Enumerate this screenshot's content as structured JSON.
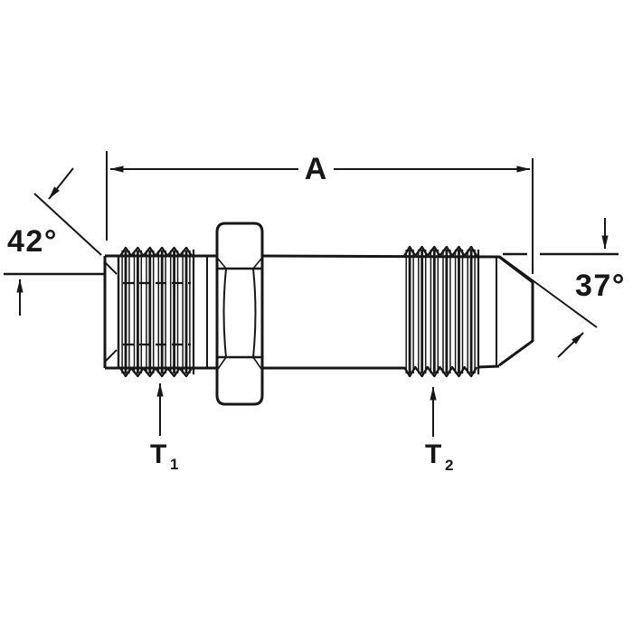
{
  "drawing": {
    "colors": {
      "ink": "#171717",
      "background": "#ffffff"
    },
    "labels": {
      "dim_a": "A",
      "angle_left": "42°",
      "angle_right": "37°",
      "t1_main": "T",
      "t1_sub": "1",
      "t2_main": "T",
      "t2_sub": "2"
    }
  }
}
